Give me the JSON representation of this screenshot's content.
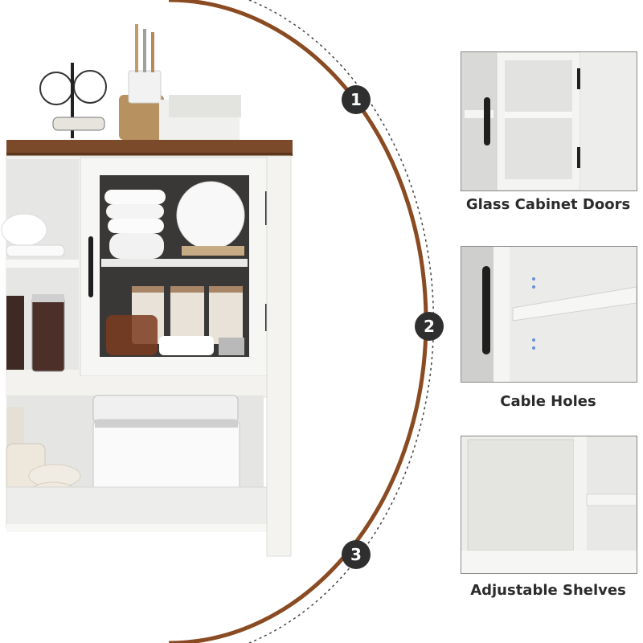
{
  "badges": [
    "1",
    "2",
    "3"
  ],
  "features": [
    {
      "label": "Glass Cabinet Doors"
    },
    {
      "label": "Cable Holes"
    },
    {
      "label": "Adjustable Shelves"
    }
  ],
  "colors": {
    "wood_top": "#7a4a2a",
    "arc": "#8a4b22",
    "cabinet": "#f3f2ef",
    "badge": "#2f2f2f",
    "caption": "#2b2b2b"
  }
}
